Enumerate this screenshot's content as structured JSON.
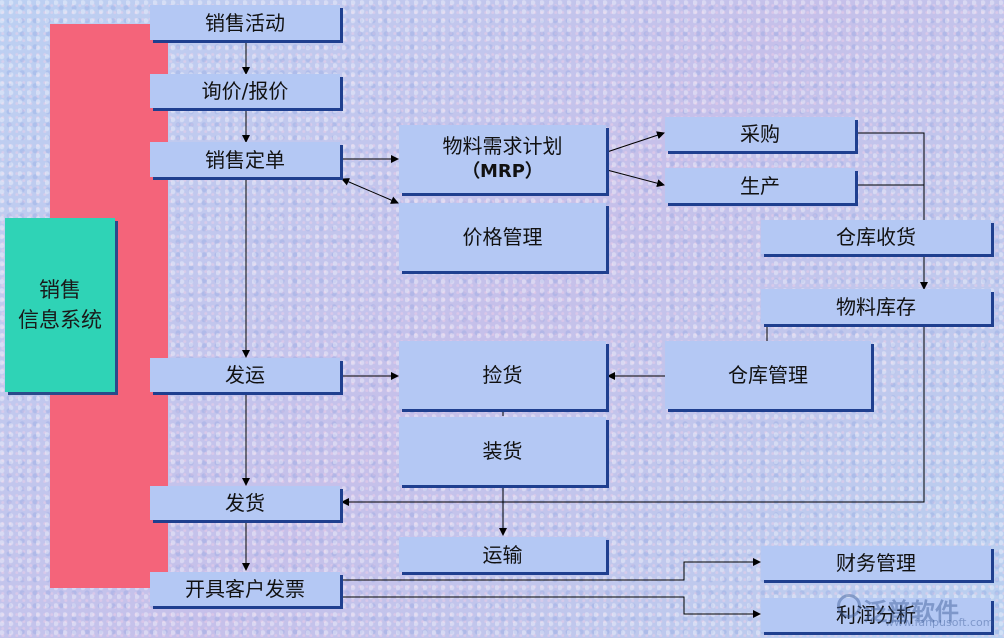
{
  "side_label": [
    "销售",
    "信息系统"
  ],
  "boxes": {
    "sales_activity": "销售活动",
    "inquiry_quote": "询价/报价",
    "sales_order": "销售定单",
    "mrp": [
      "物料需求计划",
      "（MRP）"
    ],
    "price_mgmt": "价格管理",
    "purchase": "采购",
    "production": "生产",
    "warehouse_receipt": "仓库收货",
    "material_inventory": "物料库存",
    "shipping": "发运",
    "picking": "捡货",
    "warehouse_mgmt": "仓库管理",
    "loading": "装货",
    "delivery": "发货",
    "transport": "运输",
    "invoice": "开具客户发票",
    "finance_mgmt": "财务管理",
    "profit_analysis": "利润分析"
  },
  "watermark": {
    "brand": "泛普软件",
    "url": "www.fanpusoft.com"
  }
}
